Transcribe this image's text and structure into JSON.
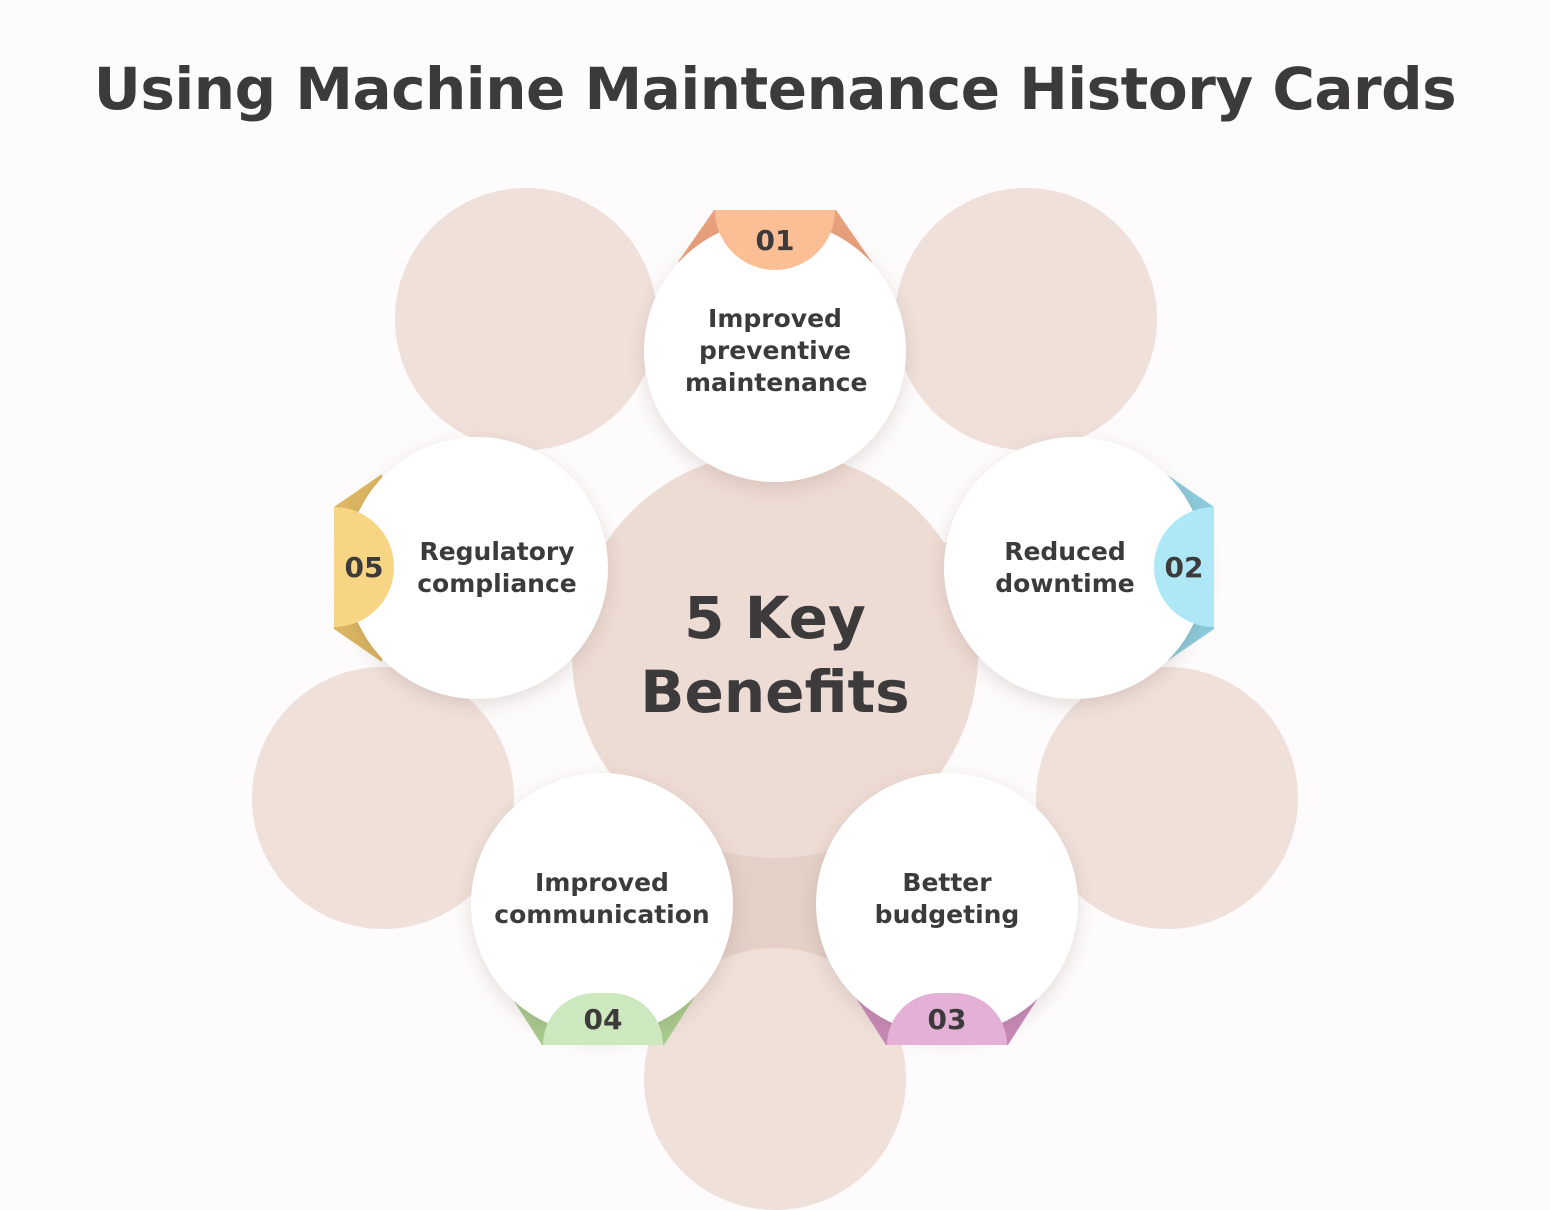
{
  "title": "Using Machine Maintenance History Cards",
  "hub": {
    "line1": "5 Key",
    "line2": "Benefits"
  },
  "benefits": [
    {
      "number": "01",
      "label": "Improved preventive maintenance",
      "color": "#fcbf95",
      "dark": "#e9a07c"
    },
    {
      "number": "02",
      "label": "Reduced downtime",
      "color": "#aee8f6",
      "dark": "#8ccbdc"
    },
    {
      "number": "03",
      "label": "Better budgeting",
      "color": "#e5b0d6",
      "dark": "#c88ab8"
    },
    {
      "number": "04",
      "label": "Improved communication",
      "color": "#cde7be",
      "dark": "#a8cc8e"
    },
    {
      "number": "05",
      "label": "Regulatory compliance",
      "color": "#f7d585",
      "dark": "#dcb662"
    }
  ],
  "colors": {
    "background": "#fdfbfb",
    "circle": "#efe0d9",
    "hub": "#eddcd4",
    "text": "#3d3a3c"
  }
}
